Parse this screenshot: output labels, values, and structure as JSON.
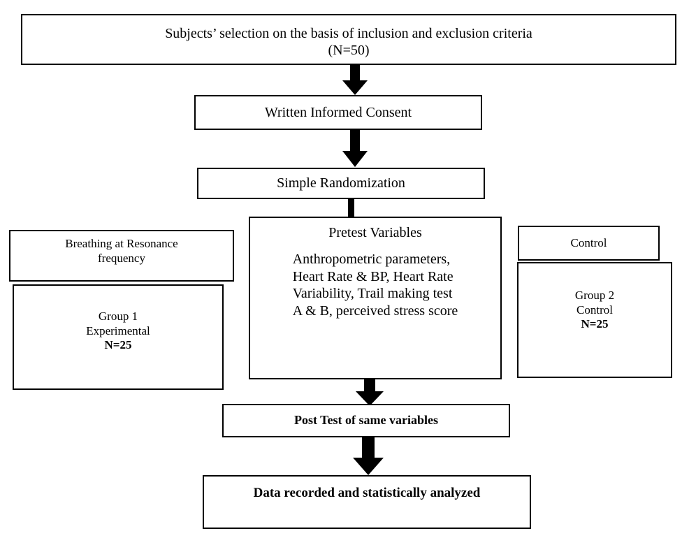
{
  "diagram": {
    "title": "Study flow chart",
    "stroke_color": "#000000",
    "fill_color": "#ffffff",
    "nodes": {
      "subjects": {
        "line1": "Subjects’ selection on the basis of inclusion and exclusion criteria",
        "line2": "(N=50)"
      },
      "consent": {
        "line1": "Written Informed Consent"
      },
      "randomization": {
        "line1": "Simple Randomization"
      },
      "pretest": {
        "title": "Pretest Variables",
        "line1": "Anthropometric parameters,",
        "line2": "Heart Rate & BP, Heart Rate",
        "line3": "Variability, Trail making test",
        "line4": "A & B, perceived stress score"
      },
      "breathing": {
        "line1": "Breathing at Resonance",
        "line2": "frequency"
      },
      "group1": {
        "line1": "Group 1",
        "line2": "Experimental",
        "line3": "N=25"
      },
      "control": {
        "line1": "Control"
      },
      "group2": {
        "line1": "Group 2",
        "line2": "Control",
        "line3": "N=25"
      },
      "posttest": {
        "line1": "Post Test of same variables"
      },
      "data_recorded": {
        "line1": "Data recorded and statistically analyzed"
      }
    },
    "connectors": [
      {
        "name": "subjects-to-consent",
        "type": "block-arrow-down"
      },
      {
        "name": "consent-to-randomization",
        "type": "block-arrow-down"
      },
      {
        "name": "randomization-to-pretest",
        "type": "plain-line-vertical"
      },
      {
        "name": "pretest-to-posttest",
        "type": "block-arrow-down"
      },
      {
        "name": "posttest-to-data-recorded",
        "type": "block-arrow-down"
      }
    ]
  }
}
